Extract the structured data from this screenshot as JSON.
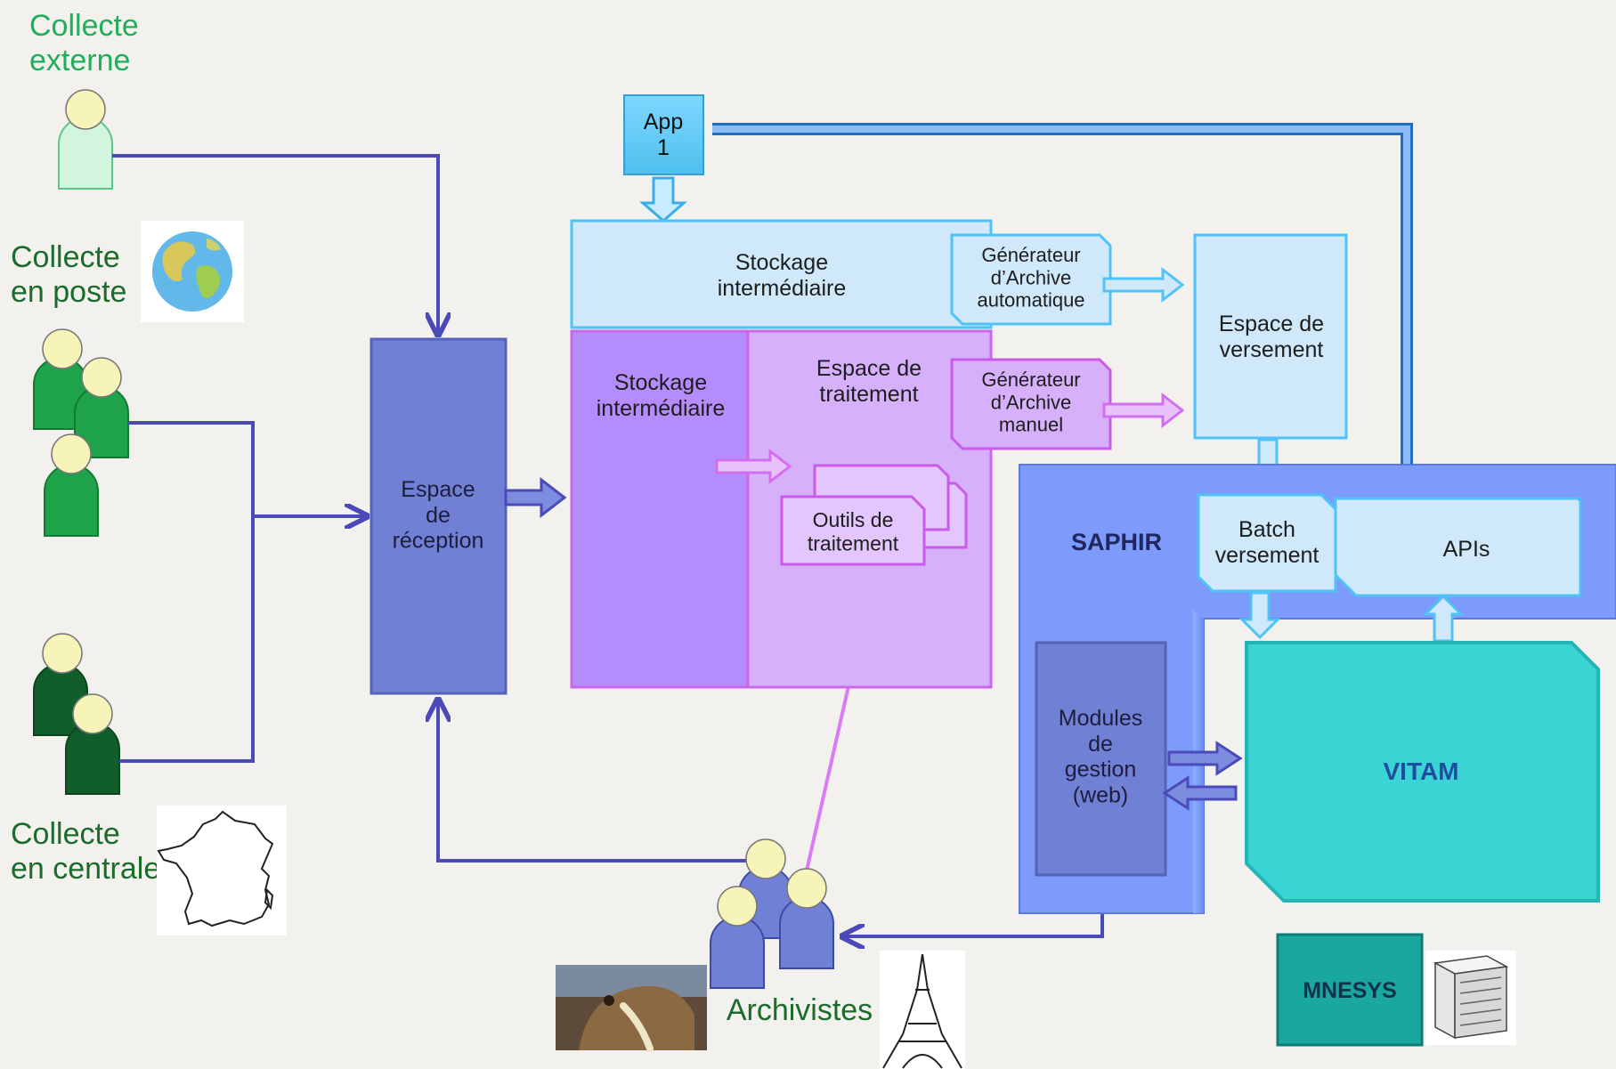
{
  "sources": {
    "externe": "Collecte\nexterne",
    "poste": "Collecte\nen poste",
    "centrale": "Collecte\nen centrale"
  },
  "nodes": {
    "app": "App\n1",
    "stockage_top": "Stockage\nintermédiaire",
    "stockage_left": "Stockage\nintermédiaire",
    "espace_traitement": "Espace de\ntraitement",
    "gen_auto": "Générateur\nd’Archive\nautomatique",
    "gen_manuel": "Générateur\nd’Archive\nmanuel",
    "espace_versement": "Espace de\nversement",
    "espace_reception": "Espace\nde\nréception",
    "outils": "Outils de\ntraitement",
    "saphir": "SAPHIR",
    "batch": "Batch\nversement",
    "apis": "APIs",
    "modules": "Modules\nde\ngestion\n(web)",
    "vitam": "VITAM",
    "mnesys": "MNESYS"
  },
  "actors": {
    "archivistes": "Archivistes"
  },
  "colors": {
    "background": "#f2f1ee",
    "reception": "#7080d4",
    "stockage_light_blue": "#cfe9fb",
    "stockage_purple": "#b58cfb",
    "traitement_purple": "#d6b0fb",
    "saphir": "#7c9bfa",
    "vitam": "#3ad4d4",
    "mnesys": "#19a7a0",
    "connector": "#4a4ab8",
    "collecte_externe_text": "#1fae5a",
    "collecte_text": "#1b6b2b"
  },
  "icons": [
    "globe-icon",
    "france-map-icon",
    "elephant-photo-icon",
    "eiffel-tower-icon",
    "paper-stack-icon",
    "person-icon"
  ]
}
